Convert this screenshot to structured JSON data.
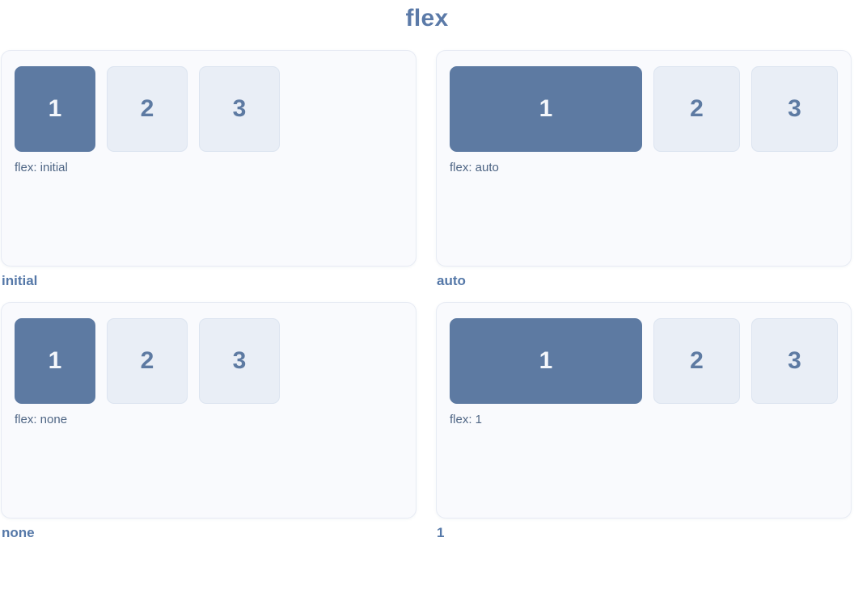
{
  "page": {
    "title": "flex"
  },
  "colors": {
    "title_text": "#5b7aa8",
    "card_background": "#f9fafd",
    "card_border": "#e7ebf4",
    "item_primary_background": "#5d7aa2",
    "item_primary_text": "#f4f7fb",
    "item_background": "#e9eef6",
    "item_border": "#dce4f0",
    "item_text": "#5d7aa2",
    "caption_text": "#4e6584",
    "panel_label_text": "#5578a8",
    "page_background": "#ffffff"
  },
  "examples": [
    {
      "label": "initial",
      "caption": "flex: initial",
      "first_item_flex": "initial",
      "items": [
        "1",
        "2",
        "3"
      ]
    },
    {
      "label": "auto",
      "caption": "flex: auto",
      "first_item_flex": "auto",
      "items": [
        "1",
        "2",
        "3"
      ]
    },
    {
      "label": "none",
      "caption": "flex: none",
      "first_item_flex": "none",
      "items": [
        "1",
        "2",
        "3"
      ]
    },
    {
      "label": "1",
      "caption": "flex: 1",
      "first_item_flex": "1",
      "items": [
        "1",
        "2",
        "3"
      ]
    }
  ]
}
